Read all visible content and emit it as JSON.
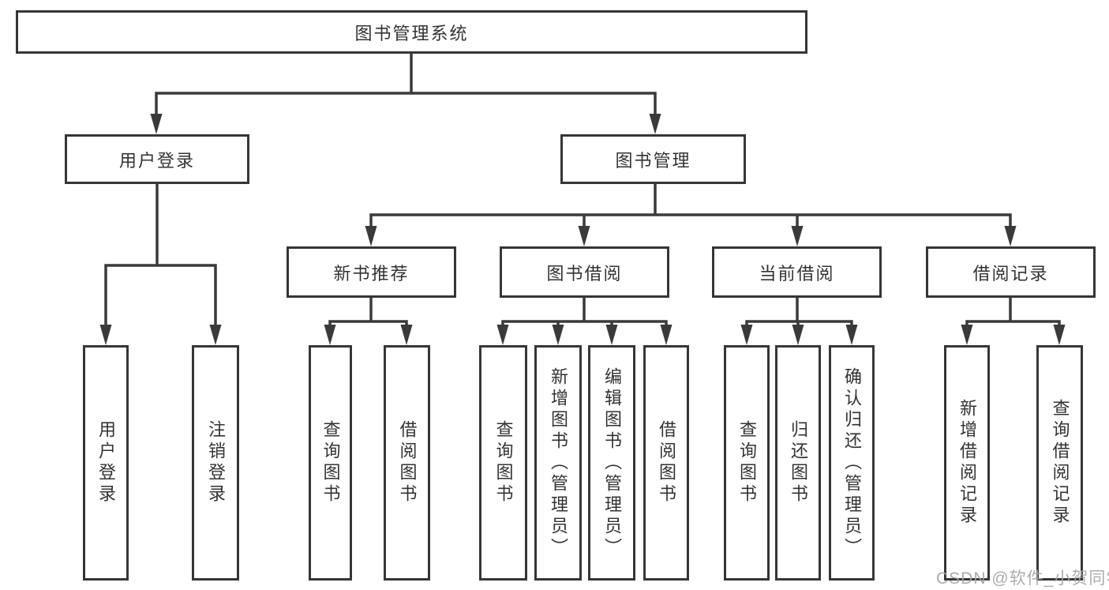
{
  "diagram": {
    "root_label": "图书管理系统",
    "level2": {
      "user_login": "用户登录",
      "book_mgmt": "图书管理"
    },
    "level3": {
      "new_book_rec": "新书推荐",
      "book_borrow": "图书借阅",
      "current_borrow": "当前借阅",
      "borrow_record": "借阅记录"
    },
    "leaf": {
      "user_login": "用户登录",
      "logout": "注销登录",
      "nb_query_book": "查询图书",
      "nb_borrow_book": "借阅图书",
      "bb_query_book": "查询图书",
      "bb_add_book": "新增图书（管理员）",
      "bb_edit_book": "编辑图书（管理员）",
      "bb_borrow_book": "借阅图书",
      "cb_query_book": "查询图书",
      "cb_return_book": "归还图书",
      "cb_confirm_return": "确认归还（管理员）",
      "br_add_record": "新增借阅记录",
      "br_query_record": "查询借阅记录"
    },
    "watermark": "CSDN @软件_小贺同学",
    "colors": {
      "line": "#3a3a3a",
      "text": "#333333",
      "watermark": "#a5a5a5",
      "background": "#ffffff"
    }
  }
}
